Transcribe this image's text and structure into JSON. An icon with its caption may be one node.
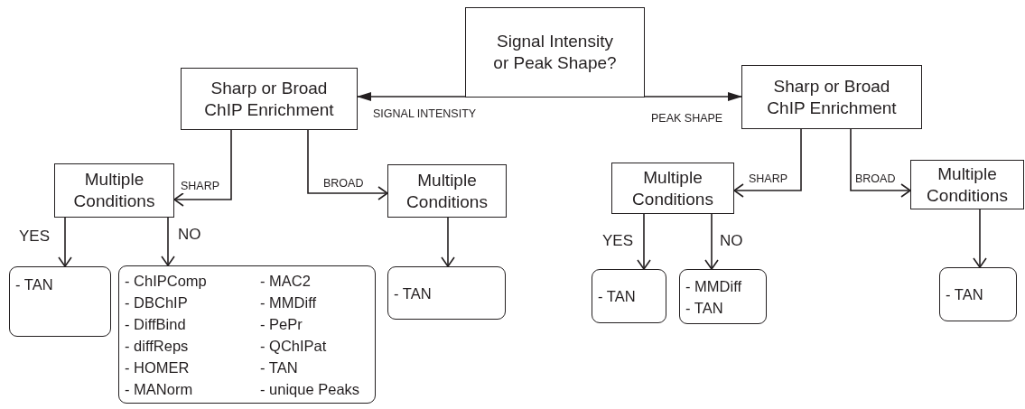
{
  "diagram": {
    "nodes": [
      {
        "text": [
          "Signal Intensity or Peak Shape?"
        ]
      },
      {
        "text": [
          "Sharp or Broad ChIP Enrichment"
        ]
      },
      {
        "text": [
          "Sharp or Broad ChIP Enrichment"
        ]
      },
      {
        "text": [
          "Multiple Conditions"
        ]
      },
      {
        "text": [
          "Multiple Conditions"
        ]
      },
      {
        "text": [
          "Multiple Conditions"
        ]
      },
      {
        "text": [
          "Multiple Conditions"
        ]
      },
      {
        "text": [
          "- TAN"
        ]
      },
      {
        "text": [
          "- ChIPComp",
          "- DBChIP",
          "- DiffBind",
          "- diffReps",
          "- HOMER",
          "- MANorm",
          "- MAC2",
          "- MMDiff",
          "- PePr",
          "- QChIPat",
          "- TAN",
          "- unique Peaks"
        ]
      },
      {
        "text": [
          "- TAN"
        ]
      },
      {
        "text": [
          "- TAN"
        ]
      },
      {
        "text": [
          "- MMDiff",
          "- TAN"
        ]
      },
      {
        "text": [
          "- TAN"
        ]
      }
    ],
    "edges": [
      {
        "from": 0,
        "to": 1,
        "arrow": "to",
        "label": "SIGNAL INTENSITY"
      },
      {
        "from": 0,
        "to": 2,
        "arrow": "to",
        "label": "PEAK SHAPE"
      },
      {
        "from": 1,
        "to": 3,
        "arrow": "to",
        "label": "SHARP"
      },
      {
        "from": 1,
        "to": 4,
        "arrow": "to",
        "label": "BROAD"
      },
      {
        "from": 2,
        "to": 5,
        "arrow": "to",
        "label": "SHARP"
      },
      {
        "from": 2,
        "to": 6,
        "arrow": "to",
        "label": "BROAD"
      },
      {
        "from": 3,
        "to": 7,
        "arrow": "to",
        "label": "YES"
      },
      {
        "from": 3,
        "to": 8,
        "arrow": "to",
        "label": "NO"
      },
      {
        "from": 4,
        "to": 9,
        "arrow": "to"
      },
      {
        "from": 5,
        "to": 10,
        "arrow": "to",
        "label": "YES"
      },
      {
        "from": 5,
        "to": 11,
        "arrow": "to",
        "label": "NO"
      },
      {
        "from": 6,
        "to": 12,
        "arrow": "to"
      }
    ]
  }
}
